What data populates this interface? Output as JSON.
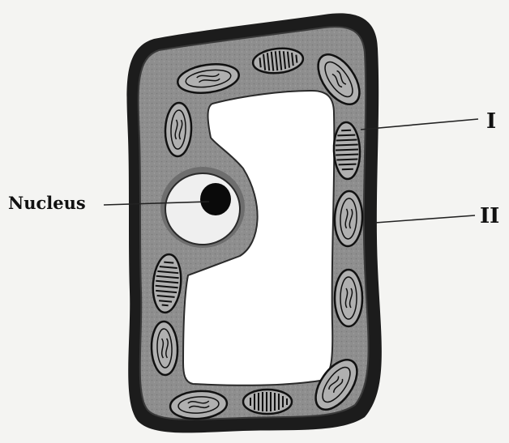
{
  "labels": {
    "nucleus": "Nucleus",
    "part_one": "I",
    "part_two": "II"
  },
  "colors": {
    "background": "#f4f4f2",
    "cell_wall": "#1c1c1c",
    "cytoplasm": "#8c8c8c",
    "vacuole": "#ffffff",
    "nucleus_fill": "#efefef",
    "nucleolus": "#0a0a0a",
    "chloroplast": "#b0b0b0",
    "line": "#222222"
  }
}
